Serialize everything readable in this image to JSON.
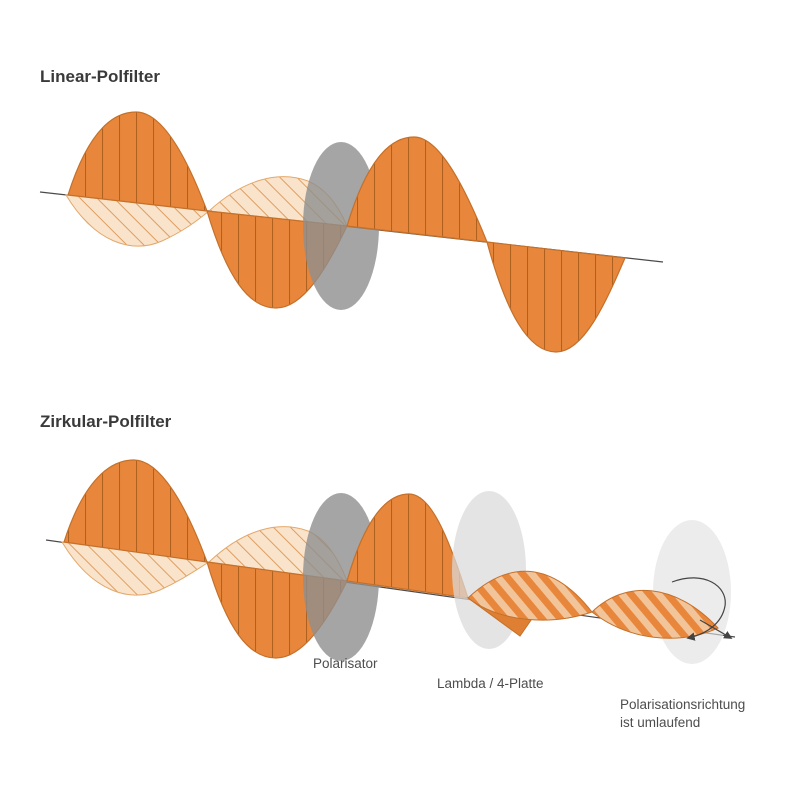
{
  "page": {
    "background": "#ffffff"
  },
  "sections": {
    "linear": {
      "title": "Linear-Polfilter"
    },
    "zirkular": {
      "title": "Zirkular-Polfilter"
    }
  },
  "labels": {
    "polarisator": "Polarisator",
    "lambda_plate": "Lambda / 4-Platte",
    "rotation_line1": "Polarisationsrichtung",
    "rotation_line2": "ist umlaufend"
  },
  "icons": {
    "rotation_arrow": "curved-rotation-arrow",
    "axis_arrowhead": "direction-arrowhead"
  },
  "colors": {
    "wave_orange": "#E8873B",
    "wave_orange_line": "#AF6120",
    "wave_outline": "#C4702A",
    "wave_pale": "#FAE3CB",
    "wave_pale_line": "#DE9E60",
    "twist_stripe_light": "#F2C49A",
    "twist_stripe_dark": "#E8873B",
    "polarizer_gray": "#8E8E8E",
    "lambda_gray": "#D9D9D9",
    "output_ellipse_gray": "#E0E0E0",
    "axis_line": "#4a4a4a",
    "arrow_color": "#444444",
    "title_text": "#3a3a3a",
    "label_text": "#4d4d4d"
  }
}
